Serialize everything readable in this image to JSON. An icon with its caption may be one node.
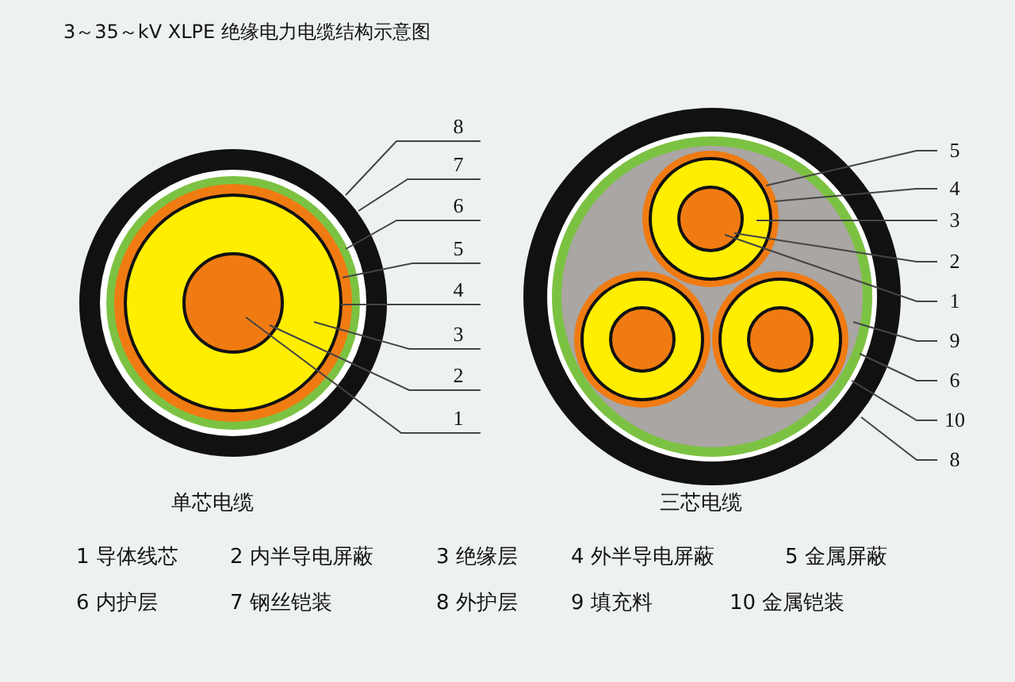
{
  "diagram": {
    "title": "3～35～kV XLPE 绝缘电力电缆结构示意图",
    "nodes": [
      {
        "text": [
          "8"
        ]
      },
      {
        "text": [
          "7"
        ]
      },
      {
        "text": [
          "6"
        ]
      },
      {
        "text": [
          "5"
        ]
      },
      {
        "text": [
          "4"
        ]
      },
      {
        "text": [
          "3"
        ]
      },
      {
        "text": [
          "2"
        ]
      },
      {
        "text": [
          "1"
        ]
      },
      {
        "text": [
          "5"
        ]
      },
      {
        "text": [
          "4"
        ]
      },
      {
        "text": [
          "3"
        ]
      },
      {
        "text": [
          "2"
        ]
      },
      {
        "text": [
          "1"
        ]
      },
      {
        "text": [
          "9"
        ]
      },
      {
        "text": [
          "6"
        ]
      },
      {
        "text": [
          "10"
        ]
      },
      {
        "text": [
          "8"
        ]
      }
    ],
    "edges": [
      {
        "from": 0,
        "to": null,
        "arrow": "none"
      },
      {
        "from": 1,
        "to": null,
        "arrow": "none"
      },
      {
        "from": 2,
        "to": null,
        "arrow": "none"
      },
      {
        "from": 3,
        "to": null,
        "arrow": "none"
      },
      {
        "from": 4,
        "to": null,
        "arrow": "none"
      },
      {
        "from": 5,
        "to": null,
        "arrow": "none"
      },
      {
        "from": 6,
        "to": null,
        "arrow": "none"
      },
      {
        "from": 7,
        "to": null,
        "arrow": "none"
      },
      {
        "from": 8,
        "to": null,
        "arrow": "none"
      },
      {
        "from": 9,
        "to": null,
        "arrow": "none"
      },
      {
        "from": 10,
        "to": null,
        "arrow": "none"
      },
      {
        "from": 11,
        "to": null,
        "arrow": "none"
      },
      {
        "from": 12,
        "to": null,
        "arrow": "none"
      },
      {
        "from": 13,
        "to": null,
        "arrow": "none"
      },
      {
        "from": 14,
        "to": null,
        "arrow": "none"
      },
      {
        "from": 15,
        "to": null,
        "arrow": "none"
      },
      {
        "from": 16,
        "to": null,
        "arrow": "none"
      }
    ],
    "labels": [
      "单芯电缆",
      "三芯电缆",
      "1 导体线芯",
      "2 内半导电屏蔽",
      "3 绝缘层",
      "4 外半导电屏蔽",
      "5 金属屏蔽",
      "6 内护层",
      "7 钢丝铠装",
      "8 外护层",
      "9 填充料",
      "10 金属铠装"
    ]
  }
}
